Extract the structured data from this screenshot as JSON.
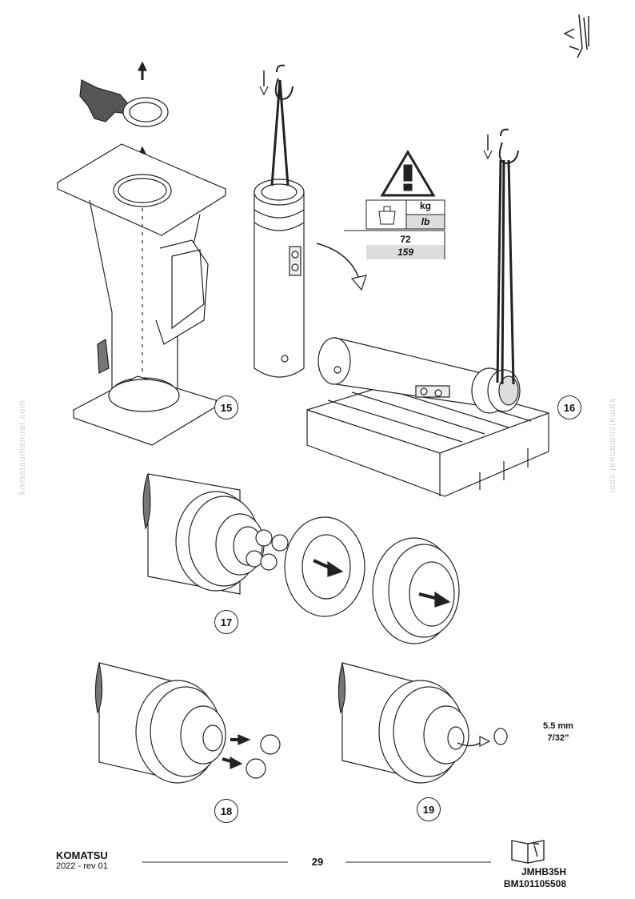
{
  "header": {
    "manual_icon": "hammer-chisel-icon"
  },
  "figures": [
    {
      "label": "15"
    },
    {
      "label": "16"
    },
    {
      "label": "17"
    },
    {
      "label": "18"
    },
    {
      "label": "19"
    }
  ],
  "weight_table": {
    "warning_icon": "warning-triangle-icon",
    "weight_icon": "weight-icon",
    "unit_metric": "kg",
    "unit_imperial": "lb",
    "value_metric": "72",
    "value_imperial": "159"
  },
  "spec": {
    "metric": "5.5 mm",
    "imperial": "7/32”"
  },
  "watermark": "komatsumanual.com",
  "footer": {
    "brand": "KOMATSU",
    "revision": "2022 -  rev 01",
    "page": "29",
    "manual_icon": "book-wrench-icon",
    "model": "JMHB35H",
    "code": "BM101105508"
  }
}
